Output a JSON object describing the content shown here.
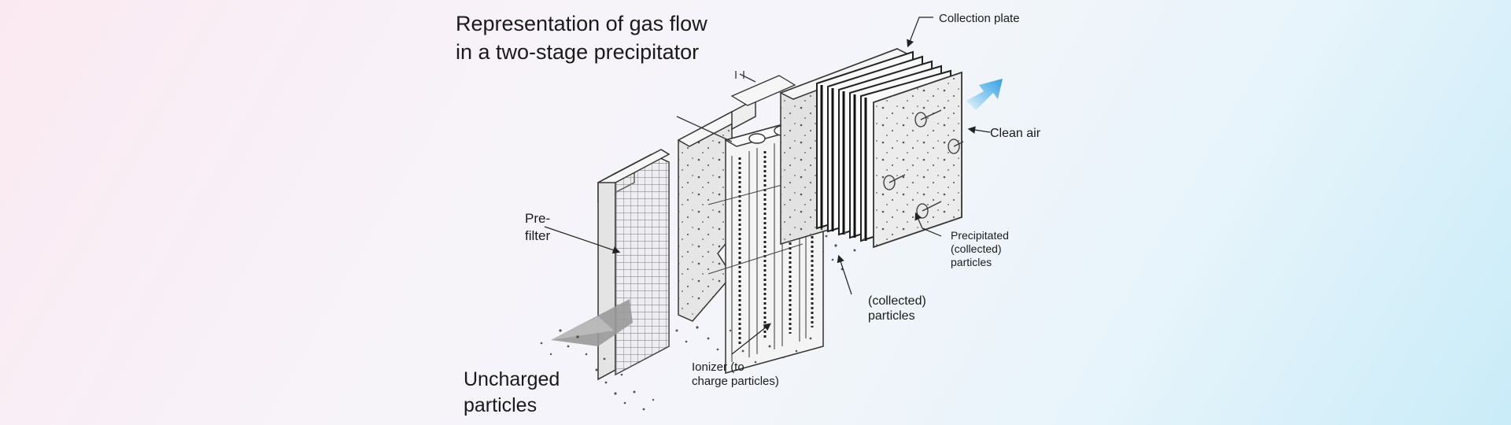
{
  "title": "Representation of gas flow\nin a two-stage precipitator",
  "labels": {
    "collection_plate": "Collection plate",
    "clean_air": "Clean air",
    "pre_filter": "Pre-\nfilter",
    "precipitated": "Precipitated\n(collected)\nparticles",
    "collected": "(collected)\nparticles",
    "ionizer": "Ionizer (to\ncharge particles)",
    "uncharged": "Uncharged\nparticles"
  },
  "colors": {
    "arrow": "#3fa9e6",
    "panel": "#eeeeee",
    "ink": "#1a1a1a"
  }
}
